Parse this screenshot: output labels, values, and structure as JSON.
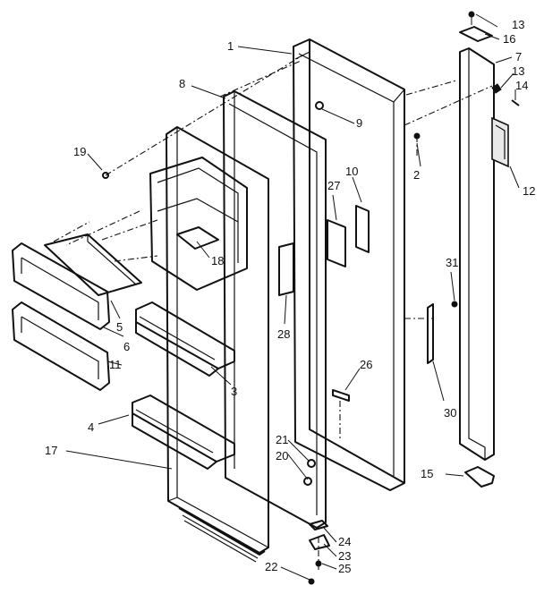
{
  "callouts": {
    "c1": "1",
    "c2": "2",
    "c3": "3",
    "c4": "4",
    "c5": "5",
    "c6": "6",
    "c7": "7",
    "c8": "8",
    "c9": "9",
    "c10": "10",
    "c11": "11",
    "c12": "12",
    "c13a": "13",
    "c13b": "13",
    "c14": "14",
    "c15": "15",
    "c16": "16",
    "c17": "17",
    "c18": "18",
    "c19": "19",
    "c20": "20",
    "c21": "21",
    "c22": "22",
    "c23": "23",
    "c24": "24",
    "c25": "25",
    "c26": "26",
    "c27": "27",
    "c28": "28",
    "c30": "30",
    "c31": "31"
  }
}
